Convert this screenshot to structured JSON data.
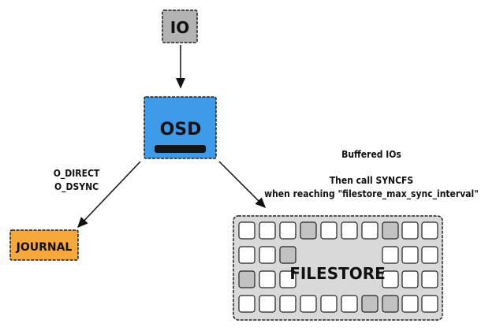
{
  "nodes": {
    "io": {
      "label": "IO",
      "fill": "#b3b3b3"
    },
    "osd": {
      "label": "OSD",
      "fill": "#3d9be9"
    },
    "journal": {
      "label": "JOURNAL",
      "fill": "#f7a83a"
    },
    "filestore": {
      "label": "FILESTORE",
      "fill": "#d9d9d9",
      "cell_fill": "#ffffff",
      "cell_dark_fill": "#c2c2c2"
    }
  },
  "edges": {
    "journal_flags": [
      "O_DIRECT",
      "O_DSYNC"
    ],
    "filestore_notes": [
      "Buffered IOs",
      "Then call SYNCFS",
      "when reaching \"filestore_max_sync_interval\""
    ]
  }
}
